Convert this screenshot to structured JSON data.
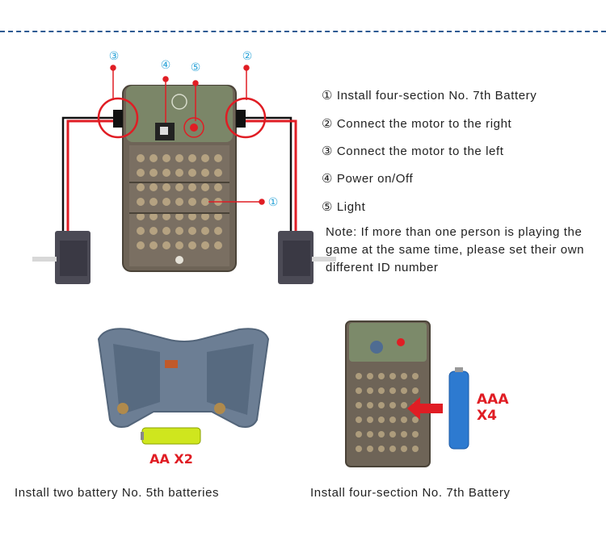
{
  "callouts": {
    "c1": "①",
    "c2": "②",
    "c3": "③",
    "c4": "④",
    "c5": "⑤"
  },
  "instructions": [
    {
      "num": "①",
      "text": "Install four-section No. 7th Battery"
    },
    {
      "num": "②",
      "text": "Connect the motor to the right"
    },
    {
      "num": "③",
      "text": "Connect the motor to the left"
    },
    {
      "num": "④",
      "text": "Power on/Off"
    },
    {
      "num": "⑤",
      "text": "Light"
    }
  ],
  "note": "Note: If more than one person is playing the game at the same time, please set their own different ID number",
  "captions": {
    "left": "Install two battery No. 5th batteries",
    "right": "Install four-section No. 7th Battery"
  },
  "battery_labels": {
    "aa": "AA X2",
    "aaa_line1": "AAA",
    "aaa_line2": "X4"
  },
  "colors": {
    "divider": "#2f5b93",
    "callout": "#2aa3d8",
    "highlight": "#e01d24"
  }
}
